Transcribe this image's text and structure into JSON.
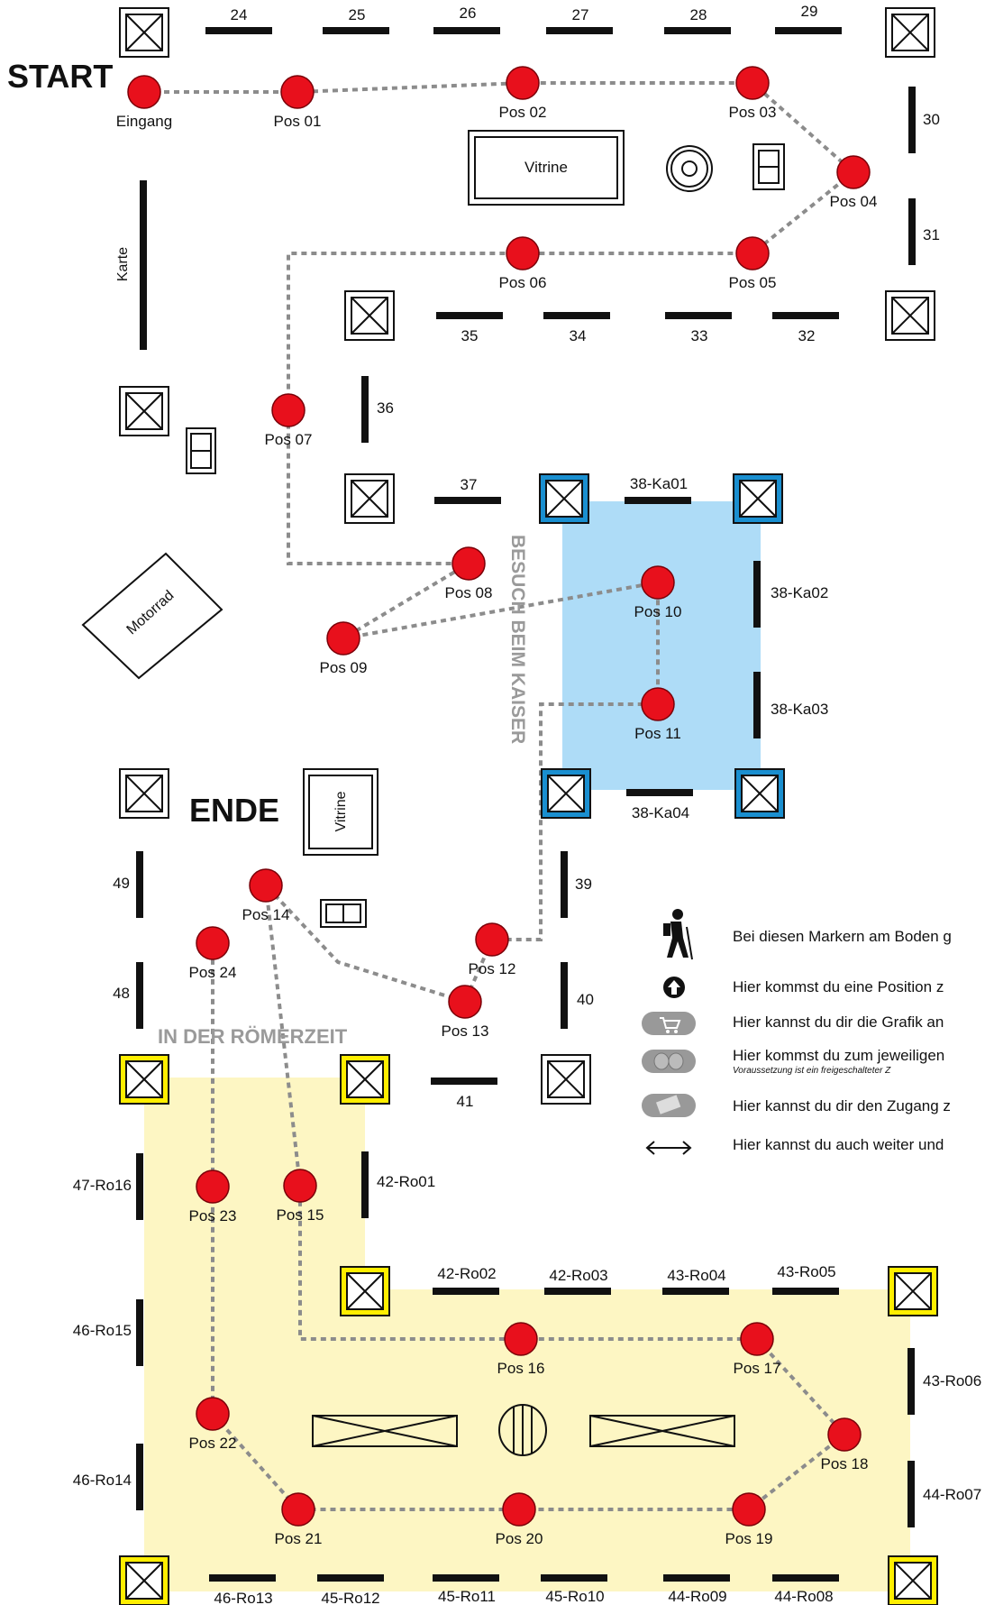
{
  "labels": {
    "start": "START",
    "ende": "ENDE",
    "kaiser_section": "BESUCH BEIM KAISER",
    "roemer_section": "IN DER RÖMERZEIT",
    "vitrine_top": "Vitrine",
    "vitrine_ende": "Vitrine",
    "karte": "Karte",
    "motorrad": "Motorrad"
  },
  "positions": [
    {
      "id": "eingang",
      "label": "Eingang"
    },
    {
      "id": "pos01",
      "label": "Pos 01"
    },
    {
      "id": "pos02",
      "label": "Pos 02"
    },
    {
      "id": "pos03",
      "label": "Pos 03"
    },
    {
      "id": "pos04",
      "label": "Pos 04"
    },
    {
      "id": "pos05",
      "label": "Pos 05"
    },
    {
      "id": "pos06",
      "label": "Pos 06"
    },
    {
      "id": "pos07",
      "label": "Pos 07"
    },
    {
      "id": "pos08",
      "label": "Pos 08"
    },
    {
      "id": "pos09",
      "label": "Pos 09"
    },
    {
      "id": "pos10",
      "label": "Pos 10"
    },
    {
      "id": "pos11",
      "label": "Pos 11"
    },
    {
      "id": "pos12",
      "label": "Pos 12"
    },
    {
      "id": "pos13",
      "label": "Pos 13"
    },
    {
      "id": "pos14",
      "label": "Pos 14"
    },
    {
      "id": "pos15",
      "label": "Pos 15"
    },
    {
      "id": "pos16",
      "label": "Pos 16"
    },
    {
      "id": "pos17",
      "label": "Pos 17"
    },
    {
      "id": "pos18",
      "label": "Pos 18"
    },
    {
      "id": "pos19",
      "label": "Pos 19"
    },
    {
      "id": "pos20",
      "label": "Pos 20"
    },
    {
      "id": "pos21",
      "label": "Pos 21"
    },
    {
      "id": "pos22",
      "label": "Pos 22"
    },
    {
      "id": "pos23",
      "label": "Pos 23"
    },
    {
      "id": "pos24",
      "label": "Pos 24"
    }
  ],
  "walls": [
    "24",
    "25",
    "26",
    "27",
    "28",
    "29",
    "30",
    "31",
    "32",
    "33",
    "34",
    "35",
    "36",
    "37",
    "38-Ka01",
    "38-Ka02",
    "38-Ka03",
    "38-Ka04",
    "39",
    "40",
    "41",
    "42-Ro01",
    "42-Ro02",
    "42-Ro03",
    "43-Ro04",
    "43-Ro05",
    "43-Ro06",
    "44-Ro07",
    "44-Ro08",
    "44-Ro09",
    "45-Ro10",
    "45-Ro11",
    "45-Ro12",
    "46-Ro13",
    "46-Ro14",
    "46-Ro15",
    "47-Ro16",
    "48",
    "49"
  ],
  "legend": {
    "items": [
      {
        "icon": "hiker-icon",
        "text": "Bei diesen Markern am Boden g"
      },
      {
        "icon": "arrow-up-icon",
        "text": "Hier kommst du eine Position z"
      },
      {
        "icon": "cart-icon",
        "text": "Hier kannst du dir die Grafik an"
      },
      {
        "icon": "bust-icon",
        "text": "Hier kommst du zum jeweiligen",
        "subtext": "Voraussetzung ist ein freigeschalteter Z"
      },
      {
        "icon": "ticket-icon",
        "text": "Hier kannst du dir den Zugang z"
      },
      {
        "icon": "double-arrow-icon",
        "text": "Hier kannst du auch weiter und"
      }
    ]
  },
  "colors": {
    "marker": "#e8101c",
    "path": "#8c8c8c",
    "wall": "#111111",
    "kaiser_area": "#aedcf7",
    "kaiser_pillar": "#1a8fd0",
    "roemer_area": "#fdf6c3",
    "roemer_pillar": "#ffee00",
    "section_text": "#9a9a9a"
  }
}
